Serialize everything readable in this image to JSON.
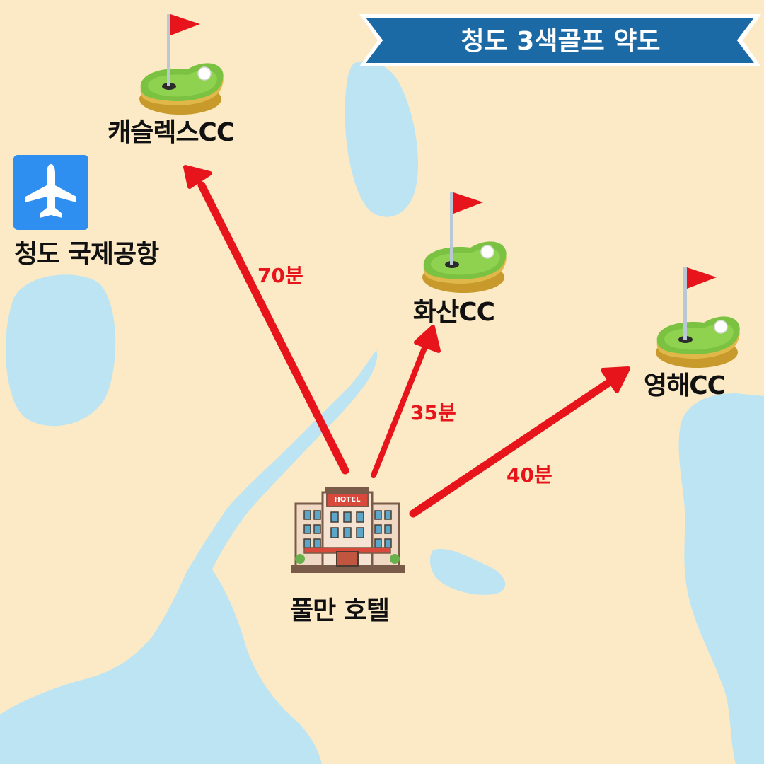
{
  "title": "청도 3색골프 약도",
  "places": {
    "airport": "청도 국제공항",
    "hotel": "풀만 호텔",
    "golf1": "캐슬렉스CC",
    "golf2": "화산CC",
    "golf3": "영해CC"
  },
  "hotel_sign": "HOTEL",
  "routes": {
    "to_golf1": "70분",
    "to_golf2": "35분",
    "to_golf3": "40분"
  },
  "colors": {
    "land": "#fbeac5",
    "water": "#bde4f2",
    "banner": "#1b6aa5",
    "arrow": "#e8141b",
    "airport_tile": "#2f8ff0",
    "green": "#7cc242",
    "flag": "#e8141b"
  },
  "icons": [
    "airplane-icon",
    "golf-course-icon",
    "hotel-building-icon",
    "route-arrow-icon"
  ]
}
